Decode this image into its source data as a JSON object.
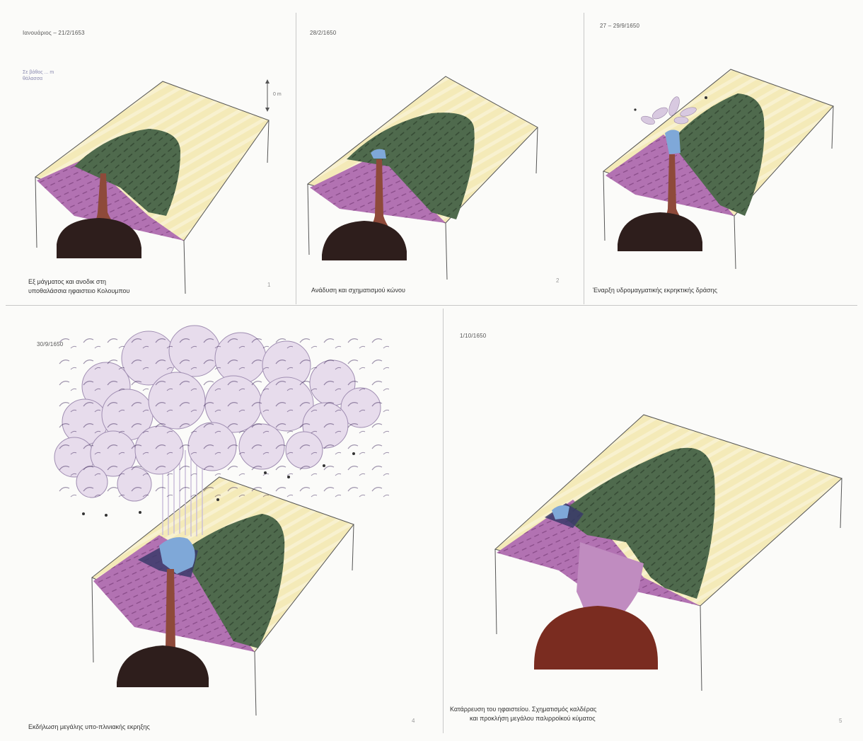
{
  "panels": [
    {
      "date": "Ιανουάριος – 21/2/1653",
      "caption_line1": "Εξ μάγματος και ανοδικ στη",
      "caption_line2": "υποθαλάσσια ηφαιστειο Κολουμπου",
      "legend_line1": "Σε βάθος ... m",
      "legend_line2": "θάλασσα",
      "scale_label": "0 m",
      "number": "1"
    },
    {
      "date": "28/2/1650",
      "caption_line1": "Ανάδυση και σχηματισμού κώνου",
      "number": "2"
    },
    {
      "date": "27 – 29/9/1650",
      "caption_line1": "Έναρξη υδρομαγματικής εκρηκτικής δράσης",
      "number": ""
    },
    {
      "date": "30/9/1650",
      "caption_line1": "Εκδήλωση μεγάλης υπο-πλινιακής εκρηξης",
      "number": "4"
    },
    {
      "date": "1/10/1650",
      "caption_line1": "Κατάρρευση του ηφαιστείου. Σχηματισμός καλδέρας",
      "caption_line2": "και προκλήση μεγάλου παλιρροϊκού κύματος",
      "number": "5"
    }
  ],
  "colors": {
    "sea": "#f4eab8",
    "cone_green": "#4f6a4d",
    "cone_purple": "#b272b2",
    "conduit": "#8e4a3a",
    "chamber": "#2e1e1c",
    "chamber_large": "#7a2c20",
    "water_blue": "#7fa8d8",
    "ash_cloud": "#e7dcec"
  }
}
